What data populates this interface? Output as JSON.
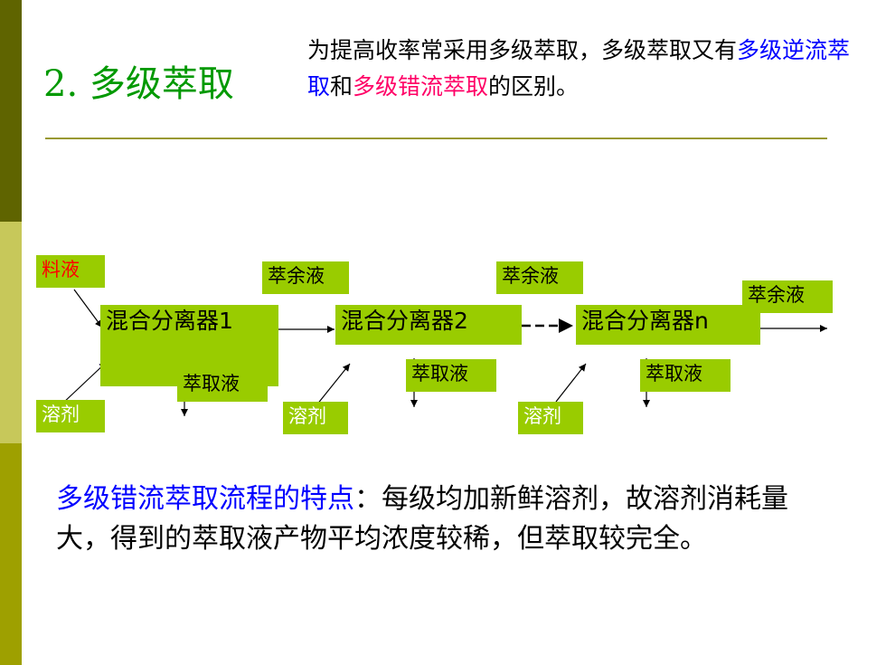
{
  "title": "2. 多级萃取",
  "intro": {
    "part1": "为提高收率常采用多级萃取，多级萃取又有",
    "term1": "多级逆流萃取",
    "part2": "和",
    "term2": "多级错流萃取",
    "part3": "的区别。"
  },
  "diagram": {
    "feed": "料液",
    "solvent": "溶剂",
    "extract": "萃取液",
    "raffinate": "萃余液",
    "mixer1": "混合分离器1",
    "mixer2": "混合分离器2",
    "mixern": "混合分离器n"
  },
  "summary": {
    "head": "多级错流萃取流程的特点",
    "body": "：每级均加新鲜溶剂，故溶剂消耗量大，得到的萃取液产物平均浓度较稀，但萃取较完全。"
  },
  "colors": {
    "title_green": "#009900",
    "box_green": "#99cc00",
    "blue": "#0000ff",
    "pink": "#ff0066",
    "red": "#ff0000"
  }
}
